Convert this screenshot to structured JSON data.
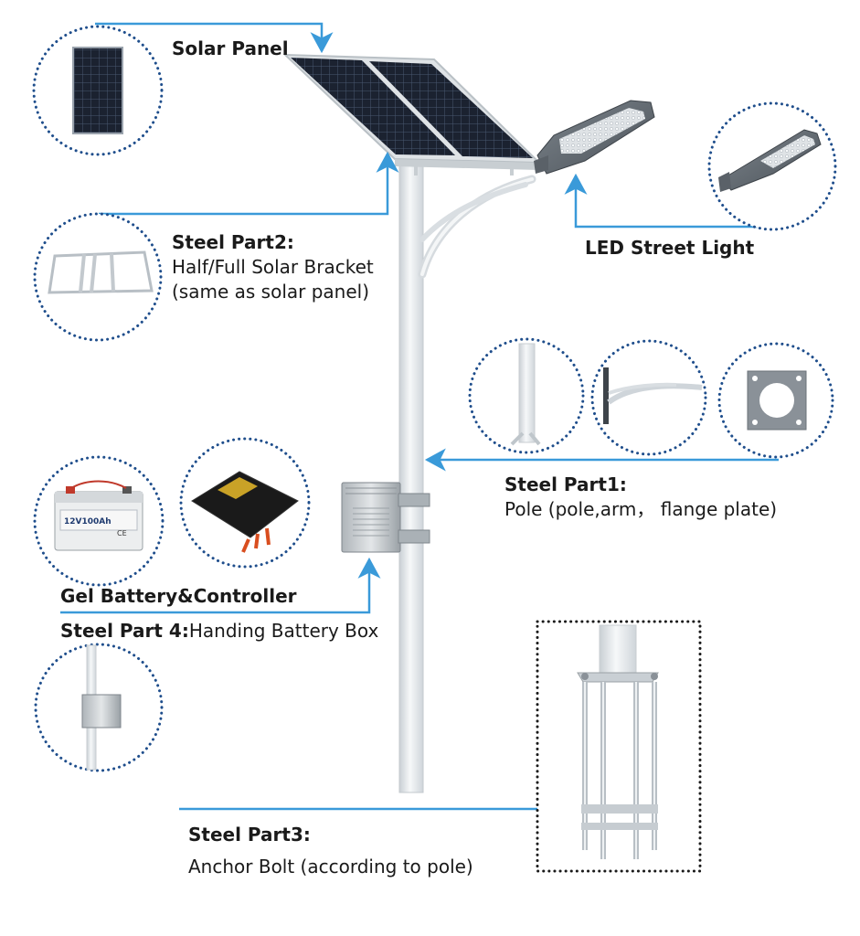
{
  "labels": {
    "solar_panel": "Solar Panel",
    "steel_part2_title": "Steel Part2:",
    "steel_part2_line1": "Half/Full Solar Bracket",
    "steel_part2_line2": "(same as solar panel)",
    "led_street_light": "LED Street Light",
    "steel_part1_title": "Steel Part1:",
    "steel_part1_desc": "Pole (pole,arm， flange plate)",
    "gel_battery": "Gel Battery&Controller",
    "steel_part4_title": "Steel Part 4:",
    "steel_part4_desc": "Handing Battery Box",
    "steel_part3_title": "Steel Part3:",
    "steel_part3_desc": "Anchor Bolt (according to pole)"
  },
  "battery_label": {
    "model": "12V100Ah",
    "cert": "CE"
  },
  "colors": {
    "arrow": "#3a9ad9",
    "dots": "#1f4e8c",
    "pole": "#e8ecef",
    "panel": "#1c2433"
  }
}
